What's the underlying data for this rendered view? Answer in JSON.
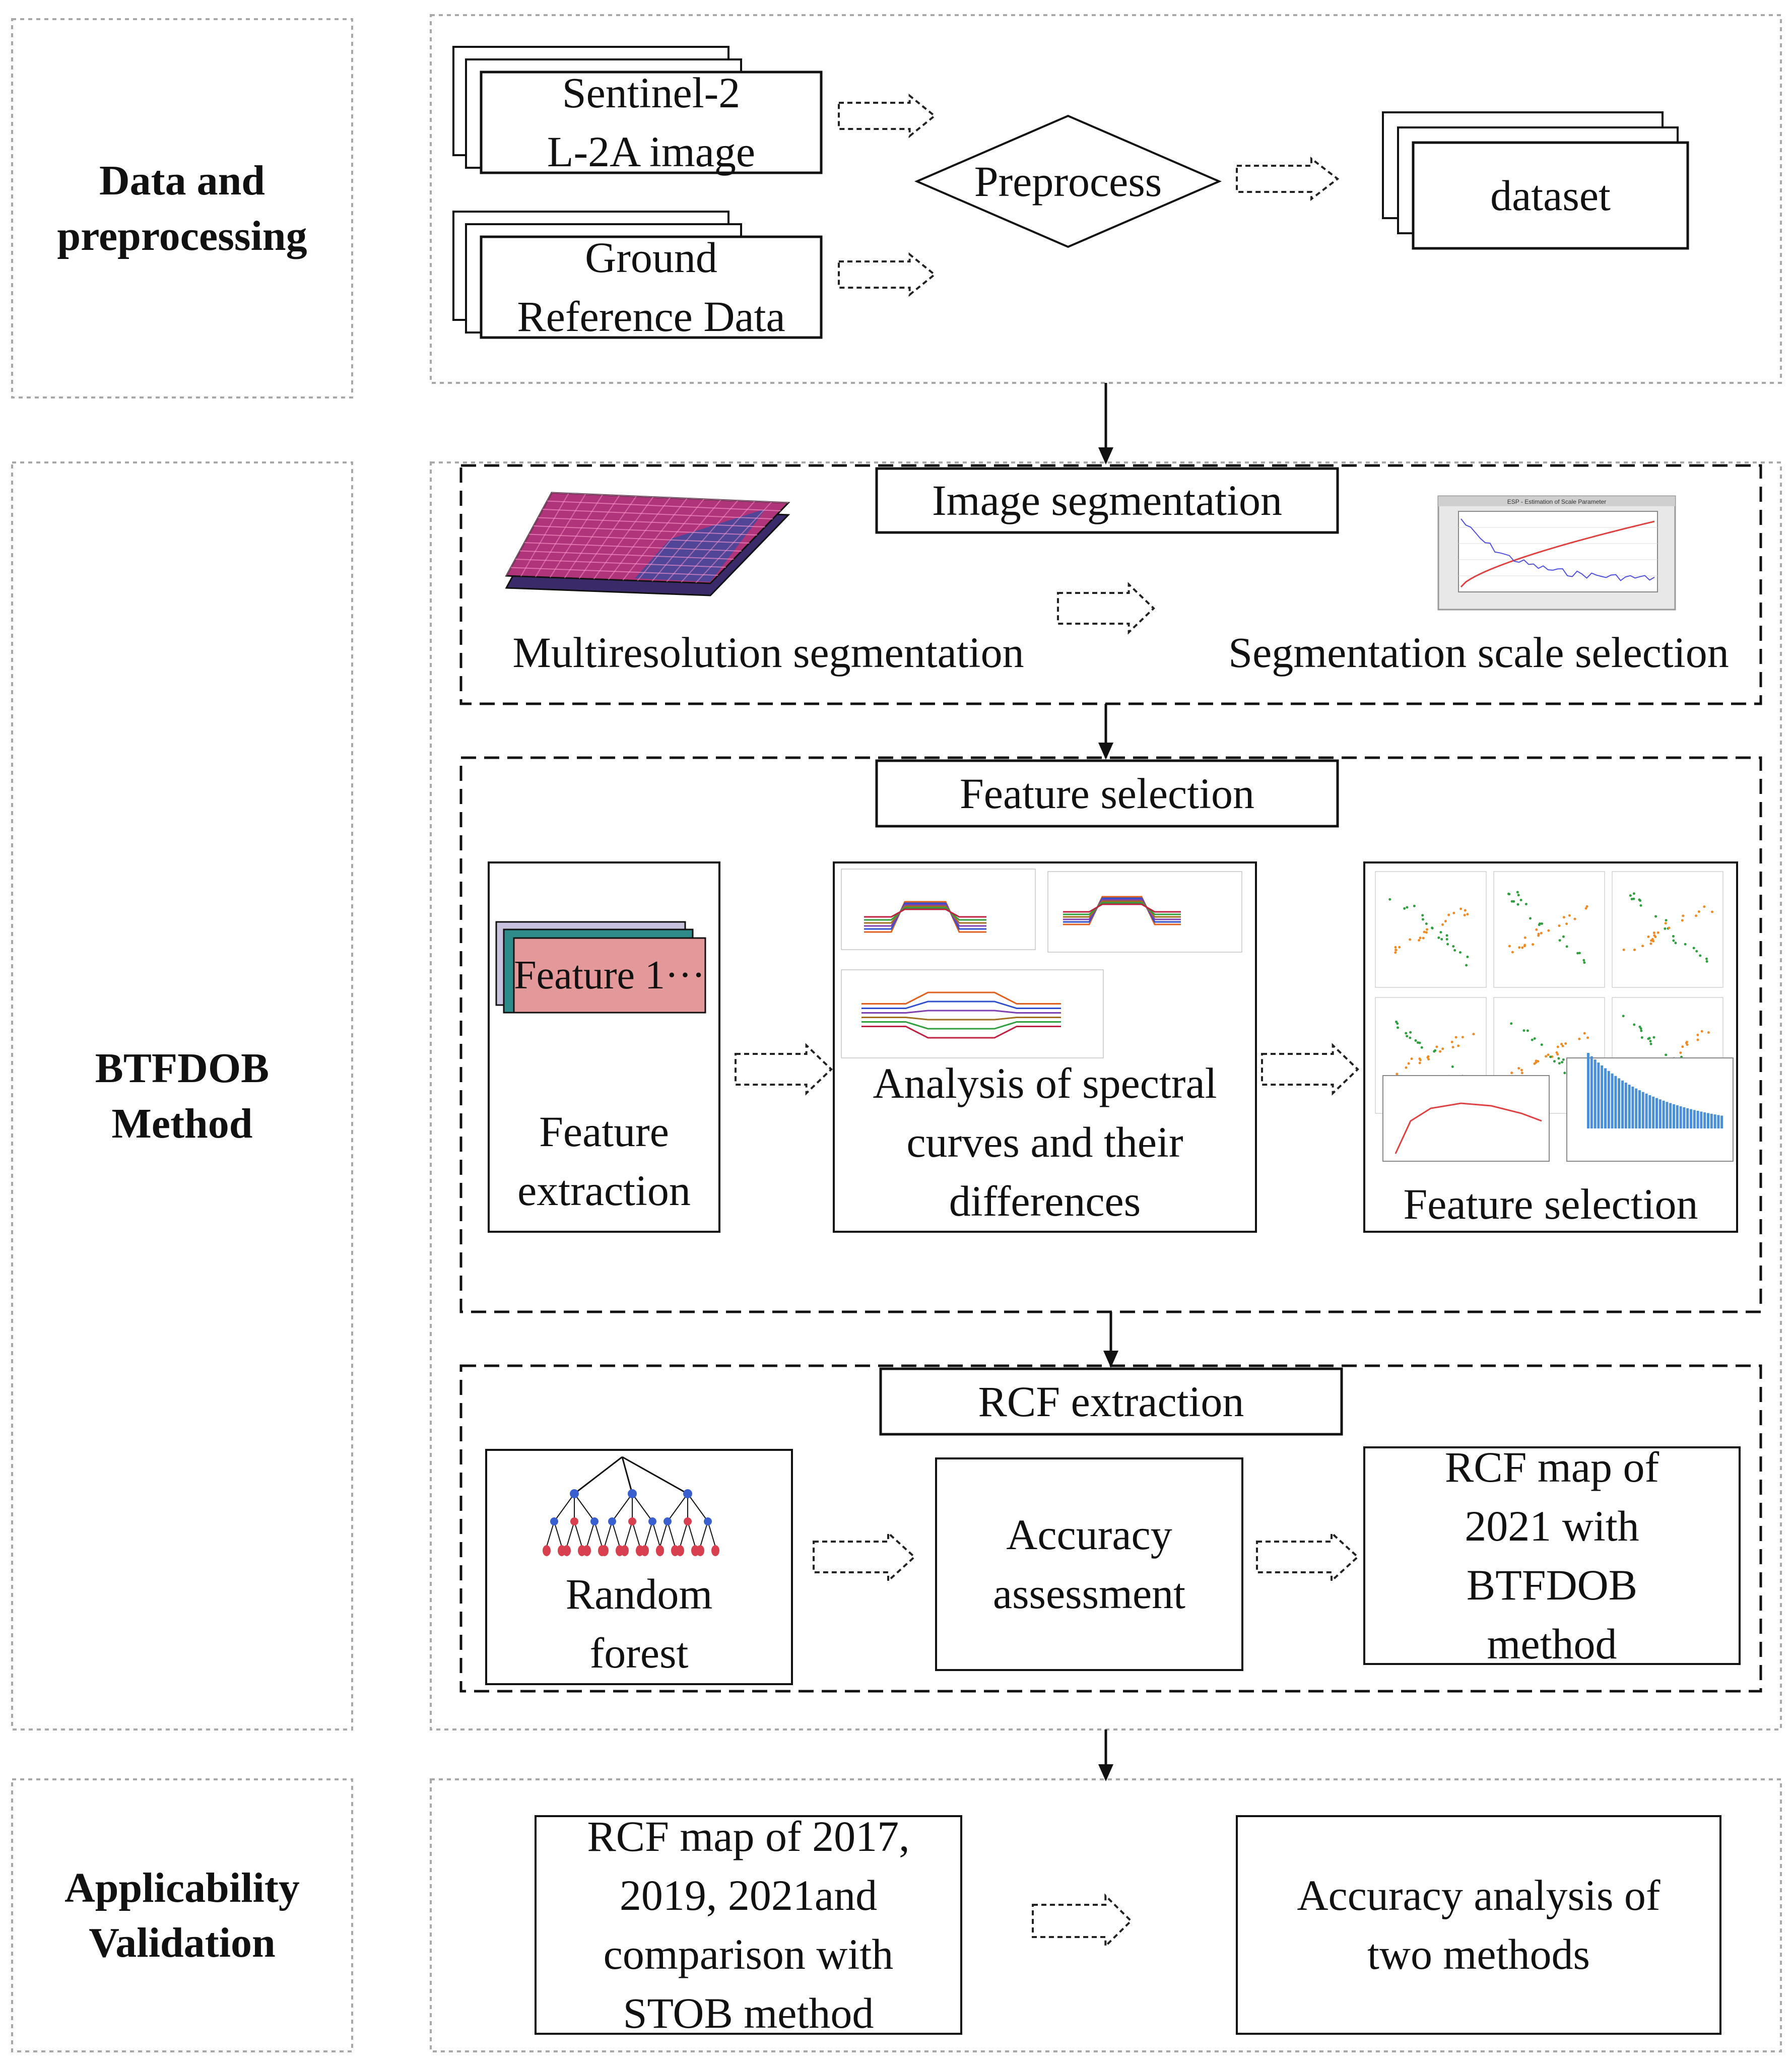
{
  "sections": {
    "data_preprocessing": "Data and\npreprocessing",
    "btfdob": "BTFDOB\nMethod",
    "validation": "Applicability\nValidation"
  },
  "stage1": {
    "sentinel": "Sentinel-2\nL-2A image",
    "ground": "Ground\nReference Data",
    "preprocess": "Preprocess",
    "dataset": "dataset"
  },
  "segmentation": {
    "title": "Image segmentation",
    "multires": "Multiresolution segmentation",
    "scale": "Segmentation scale selection",
    "plot_title": "ESP - Estimation of Scale Parameter"
  },
  "features": {
    "title": "Feature selection",
    "feature_card": "Feature 1···",
    "extraction": "Feature\nextraction",
    "analysis": "Analysis of spectral\ncurves and their\ndifferences",
    "selection": "Feature selection"
  },
  "rcf": {
    "title": "RCF extraction",
    "random_forest": "Random\nforest",
    "accuracy": "Accuracy\nassessment",
    "map2021": "RCF map of\n2021 with\nBTFDOB\nmethod"
  },
  "validation": {
    "maps": "RCF map of 2017,\n2019, 2021and\ncomparison with\nSTOB method",
    "accuracy": "Accuracy analysis of\ntwo methods"
  },
  "colors": {
    "frame": "#a8a8a8",
    "feature_card": "#e3999a",
    "teal_card": "#2f8a8a",
    "satellite": "#b0347a",
    "red_series": "#e04040",
    "blue_series": "#5050e0",
    "orange_points": "#f08a24",
    "green_points": "#2e9e3e",
    "bar_blue": "#4a90d9",
    "tree_red": "#d84050",
    "tree_blue": "#3a60d0"
  }
}
